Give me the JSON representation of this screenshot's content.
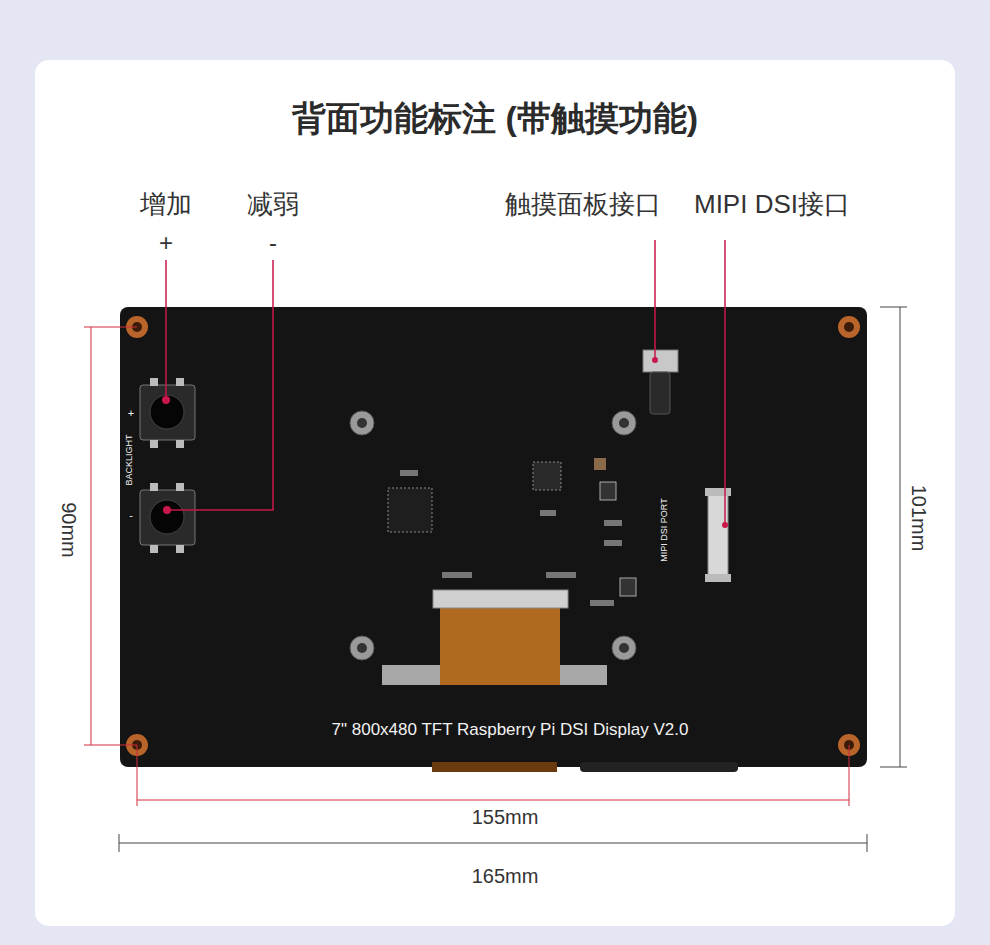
{
  "diagram": {
    "title": "背面功能标注 (带触摸功能)",
    "labels": [
      "增加",
      "+",
      "减弱",
      "-",
      "触摸面板接口",
      "MIPI DSI接口",
      "BACKLIGHT",
      "+",
      "-",
      "MIPI DSI PORT",
      "7\" 800x480 TFT Raspberry Pi DSI Display V2.0",
      "90mm",
      "101mm",
      "155mm",
      "165mm"
    ]
  }
}
